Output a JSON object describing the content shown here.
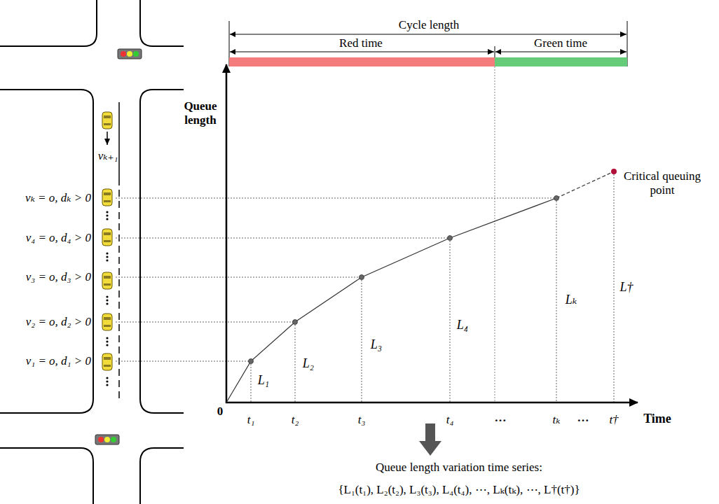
{
  "diagram": {
    "labels": [
      "Cycle length",
      "Red time",
      "Green time",
      "Queue length",
      "Critical queuing point",
      "vₖ₊₁",
      "vₖ = o, dₖ > 0",
      "v₄ = o, d₄ > 0",
      "v₃ = o, d₃ > 0",
      "v₂ = o, d₂ > 0",
      "v₁ = o, d₁ > 0",
      "L₁",
      "L₂",
      "L₃",
      "L₄",
      "Lₖ",
      "L†",
      "0",
      "t₁",
      "t₂",
      "t₃",
      "t₄",
      "…",
      "tₖ",
      "…",
      "t†",
      "Time",
      "Queue length variation time series:",
      "{L₁(t₁), L₂(t₂), L₃(t₃), L₄(t₄), ⋯, Lₖ(tₖ), ⋯, L†(t†)}"
    ]
  }
}
